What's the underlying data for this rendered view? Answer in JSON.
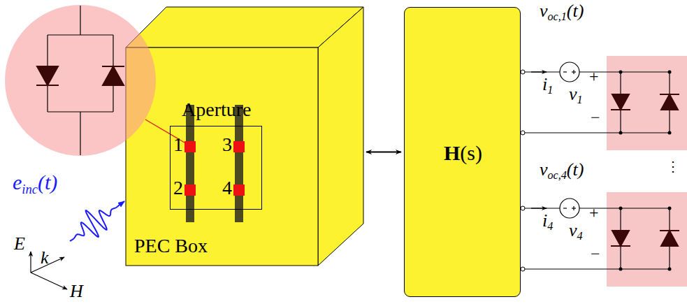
{
  "diagram": {
    "nodes": [
      {
        "text": [
          "PEC Box"
        ]
      },
      {
        "text": [
          "Aperture"
        ],
        "in": 0
      },
      {
        "text": [
          "H(s)"
        ]
      }
    ],
    "edges": [
      {
        "from": 0,
        "to": 2,
        "arrow": "both"
      }
    ],
    "labels": [
      "1",
      "2",
      "3",
      "4",
      "einc(t)",
      "E",
      "k",
      "H",
      "voc,1(t)",
      "i1",
      "+",
      "v1",
      "−",
      "⋮",
      "voc,4(t)",
      "i4",
      "+",
      "v4",
      "−"
    ]
  }
}
